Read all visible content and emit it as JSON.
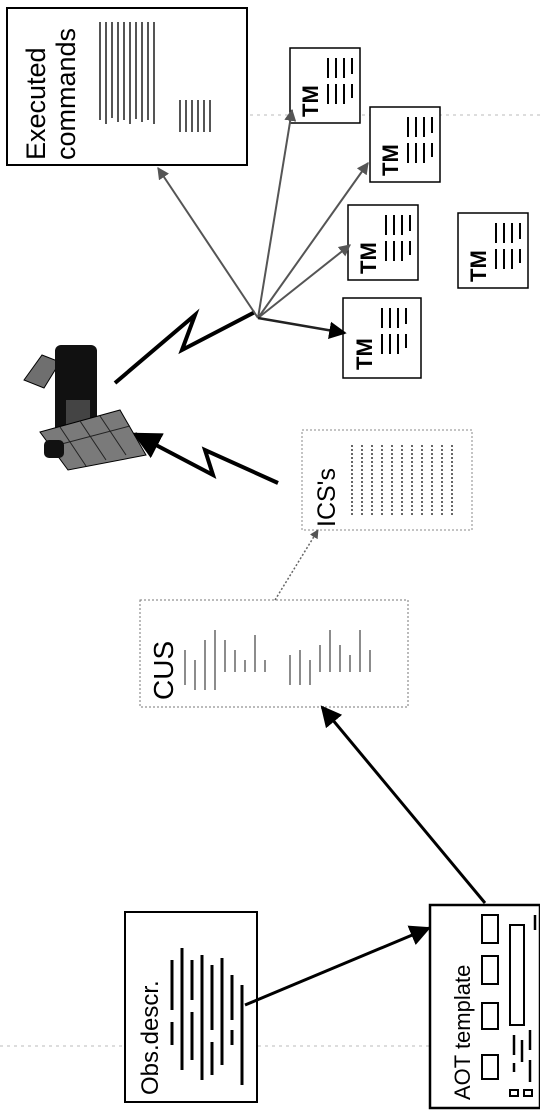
{
  "labels": {
    "executed_commands_1": "Executed",
    "executed_commands_2": "commands",
    "tm": "TM",
    "ics": "ICS's",
    "cus": "CUS",
    "obs_descr": "Obs.descr.",
    "aot_template": "AOT template"
  },
  "colors": {
    "ink": "#000000",
    "arrow_gray": "#555555",
    "satellite_dark": "#111111",
    "satellite_panel": "#6f6f6f"
  },
  "icons": [
    "satellite-icon",
    "lightning-bolt-icon"
  ]
}
